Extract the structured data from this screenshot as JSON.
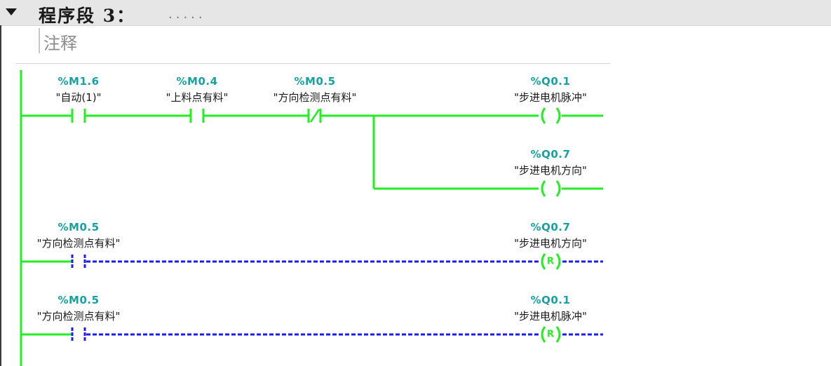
{
  "network": {
    "title": "程序段 3：",
    "dots": ".....",
    "comment": "注释"
  },
  "rungs": [
    {
      "contacts": [
        {
          "address": "%M1.6",
          "symbol": "\"自动(1)\"",
          "type": "NO"
        },
        {
          "address": "%M0.4",
          "symbol": "\"上料点有料\"",
          "type": "NO"
        },
        {
          "address": "%M0.5",
          "symbol": "\"方向检测点有料\"",
          "type": "NC"
        }
      ],
      "coils": [
        {
          "address": "%Q0.1",
          "symbol": "\"步进电机脉冲\"",
          "type": "coil"
        },
        {
          "address": "%Q0.7",
          "symbol": "\"步进电机方向\"",
          "type": "coil"
        }
      ]
    },
    {
      "contacts": [
        {
          "address": "%M0.5",
          "symbol": "\"方向检测点有料\"",
          "type": "NO"
        }
      ],
      "coils": [
        {
          "address": "%Q0.7",
          "symbol": "\"步进电机方向\"",
          "type": "reset",
          "label": "R"
        }
      ]
    },
    {
      "contacts": [
        {
          "address": "%M0.5",
          "symbol": "\"方向检测点有料\"",
          "type": "NO"
        }
      ],
      "coils": [
        {
          "address": "%Q0.1",
          "symbol": "\"步进电机脉冲\"",
          "type": "reset",
          "label": "R"
        }
      ]
    }
  ],
  "colors": {
    "energized": "#22ee22",
    "deenergized": "#1a1aff",
    "address": "#17a2a2"
  }
}
